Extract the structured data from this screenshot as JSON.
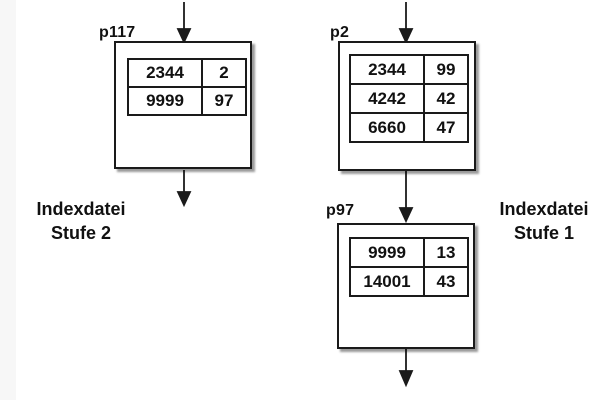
{
  "diagram": {
    "nodes": [
      {
        "label": "p117",
        "rows": [
          [
            "2344",
            "2"
          ],
          [
            "9999",
            "97"
          ]
        ]
      },
      {
        "label": "p2",
        "rows": [
          [
            "2344",
            "99"
          ],
          [
            "4242",
            "42"
          ],
          [
            "6660",
            "47"
          ]
        ]
      },
      {
        "label": "p97",
        "rows": [
          [
            "9999",
            "13"
          ],
          [
            "14001",
            "43"
          ]
        ]
      }
    ],
    "captions": {
      "left": {
        "line1": "Indexdatei",
        "line2": "Stufe 2"
      },
      "right": {
        "line1": "Indexdatei",
        "line2": "Stufe 1"
      }
    },
    "colors": {
      "line": "#1a1a1a",
      "border": "#1a1a1a",
      "background": "#ffffff"
    }
  }
}
